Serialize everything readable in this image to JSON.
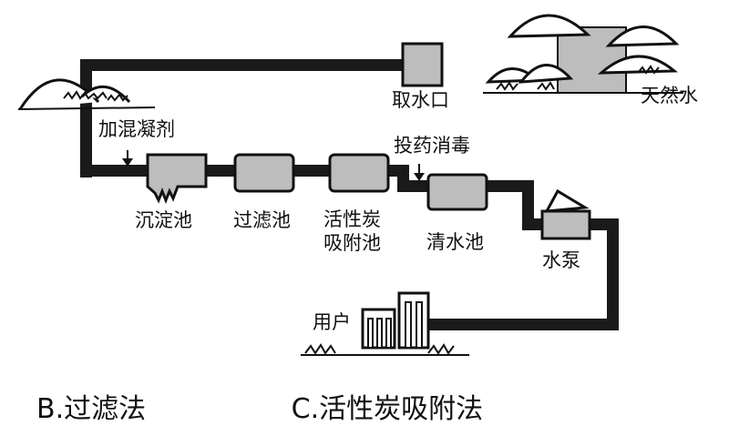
{
  "labels": {
    "intake": "取水口",
    "natural_water": "天然水",
    "add_coagulant": "加混凝剂",
    "dosing": "投药消毒",
    "sedimentation": "沉淀池",
    "filtration": "过滤池",
    "carbon_line1": "活性炭",
    "carbon_line2": "吸附池",
    "clear_water": "清水池",
    "pump": "水泵",
    "user": "用户"
  },
  "options_partial": [
    "B.过滤法",
    "C.活性炭吸附法"
  ],
  "colors": {
    "pipe": "#1a1a1a",
    "tank_fill": "#bdbdbd",
    "outline": "#111111"
  }
}
